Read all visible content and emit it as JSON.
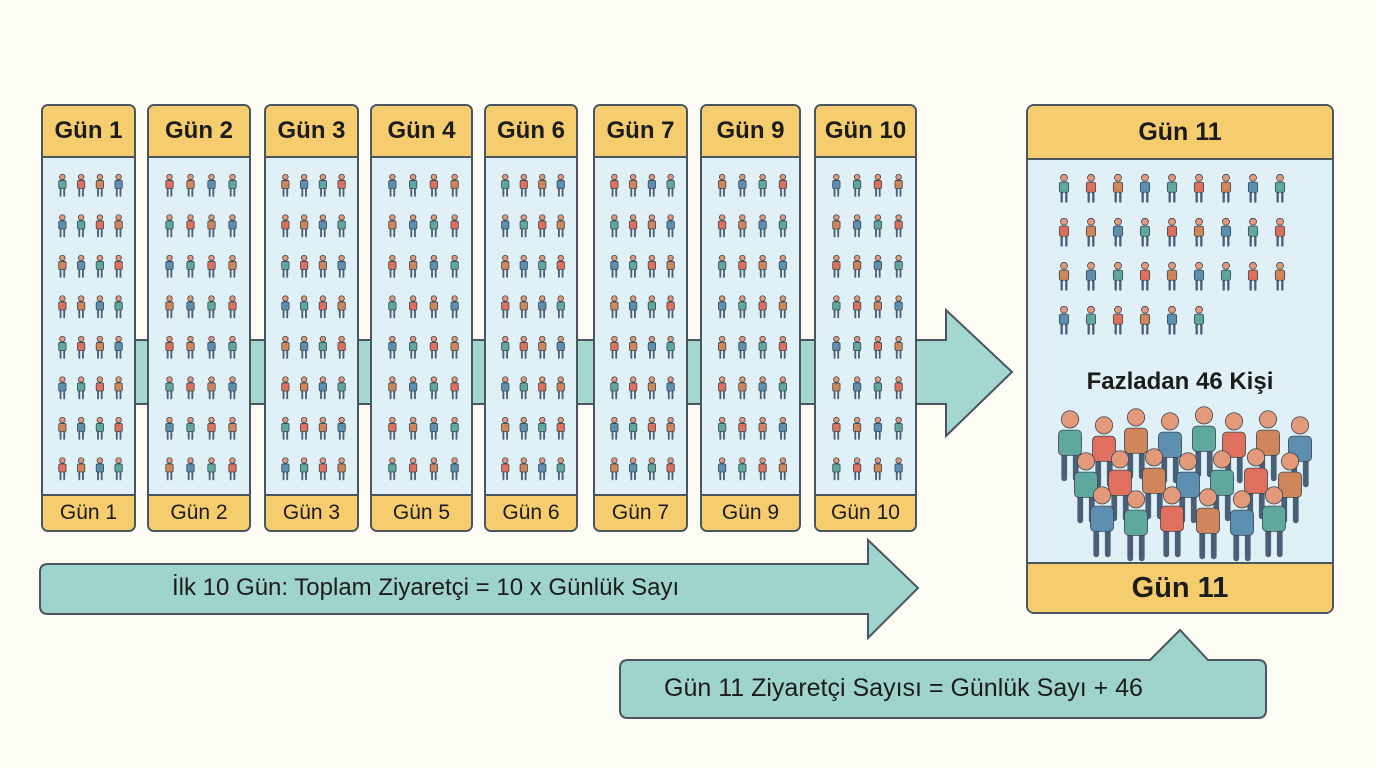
{
  "days": [
    {
      "top_label": "Gün 1",
      "bottom_label": "Gün 1"
    },
    {
      "top_label": "Gün 2",
      "bottom_label": "Gün 2"
    },
    {
      "top_label": "Gün 3",
      "bottom_label": "Gün 3"
    },
    {
      "top_label": "Gün 4",
      "bottom_label": "Gün 5"
    },
    {
      "top_label": "Gün 6",
      "bottom_label": "Gün 6"
    },
    {
      "top_label": "Gün 7",
      "bottom_label": "Gün 7"
    },
    {
      "top_label": "Gün 9",
      "bottom_label": "Gün 9"
    },
    {
      "top_label": "Gün 10",
      "bottom_label": "Gün 10"
    }
  ],
  "day11": {
    "top_label": "Gün 11",
    "extra_label": "Fazladan 46 Kişi",
    "bottom_label": "Gün 11"
  },
  "first_ten_formula": "İlk 10 Gün: Toplam Ziyaretçi = 10 x Günlük Sayı",
  "day11_formula": "Gün 11 Ziyaretçi Sayısı = Günlük Sayı + 46",
  "colors": {
    "background": "#fcfbf4",
    "card_fill": "#dff0f6",
    "label_fill": "#f6cd6e",
    "arrow_fill": "#9fd4cc",
    "outline": "#4a5560",
    "person_colors": [
      "#5fa8a0",
      "#e0705e",
      "#d0855a",
      "#5d8fb0"
    ]
  }
}
